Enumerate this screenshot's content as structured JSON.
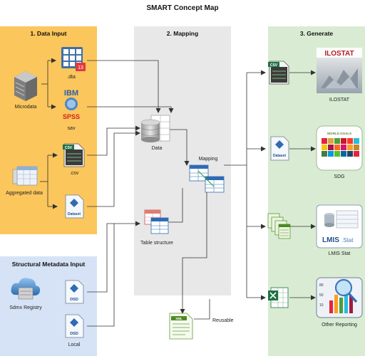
{
  "title": "SMART Concept Map",
  "panels": {
    "data_input": "1. Data Input",
    "mapping": "2. Mapping",
    "generate": "3. Generate",
    "metadata": "Structural Metadata Input"
  },
  "icons": {
    "dta_badge": "13",
    "ibm": "IBM",
    "spss": "SPSS",
    "csv_tag": "CSV",
    "dataset_tag": "Dataset",
    "dsd_tag": "DSD",
    "sdg_banner": "WORLD GOALS",
    "lmis_brand": "LMIS",
    "lmis_suffix": ".Stat",
    "xml_tag": "XML",
    "ilostat_logo": "ILOSTAT",
    "chart_ticks": [
      "80",
      "50",
      "10"
    ]
  },
  "nodes": {
    "microdata": "Microdata",
    "dta": ".dta",
    "sav": "sav",
    "csv": ".csv",
    "aggregated": "Aggregated data",
    "data": "Data",
    "table_structure": "Table structure",
    "mapping": "Mapping",
    "reusable": "Reusable",
    "sdmx_registry": "Sdmx Registry",
    "local": "Local",
    "ilostat": "ILOSTAT",
    "sdg": "SDG",
    "lmis": "LMIS Stat",
    "other": "Other Reporting"
  },
  "colors": {
    "data_input_bg": "#fbc65b",
    "mapping_bg": "#e8e8e8",
    "generate_bg": "#d9ecd3",
    "metadata_bg": "#d6e3f6",
    "excel_green": "#1f7244",
    "dsd_blue": "#2f6bb4"
  }
}
